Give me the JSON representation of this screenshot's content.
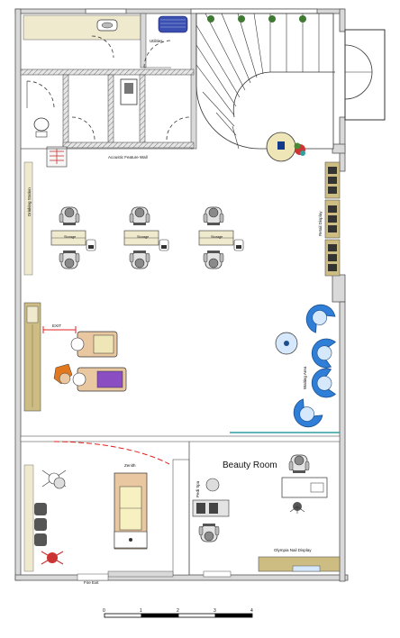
{
  "labels": {
    "utilities": "Utilities",
    "acoustic_wall": "Acoustic Feature Wall",
    "feature_wall_left": "Drinking Station",
    "retail": "Retail Display",
    "fire_exit_red": "EXIT",
    "waiting_area": "Waiting Area",
    "beauty_room": "Beauty Room",
    "zenith": "Zenith",
    "pedi_spa": "Pedi Spa",
    "olympia": "Olympia Nail Display",
    "fire_exit": "Fire Exit",
    "storage": [
      "Storage",
      "Storage",
      "Storage"
    ]
  },
  "scale_bar": {
    "ticks": [
      "0",
      "1",
      "2",
      "3",
      "4"
    ]
  },
  "colors": {
    "wall": "#d9d9d9",
    "wall_stroke": "#555555",
    "cabinet": "#e8e2c4",
    "retail": "#cdbd82",
    "chair_blue": "#2f7fd8",
    "chair_blue_light": "#d6e8fb",
    "red_line": "#e02020",
    "teal_line": "#2f9fa0"
  }
}
